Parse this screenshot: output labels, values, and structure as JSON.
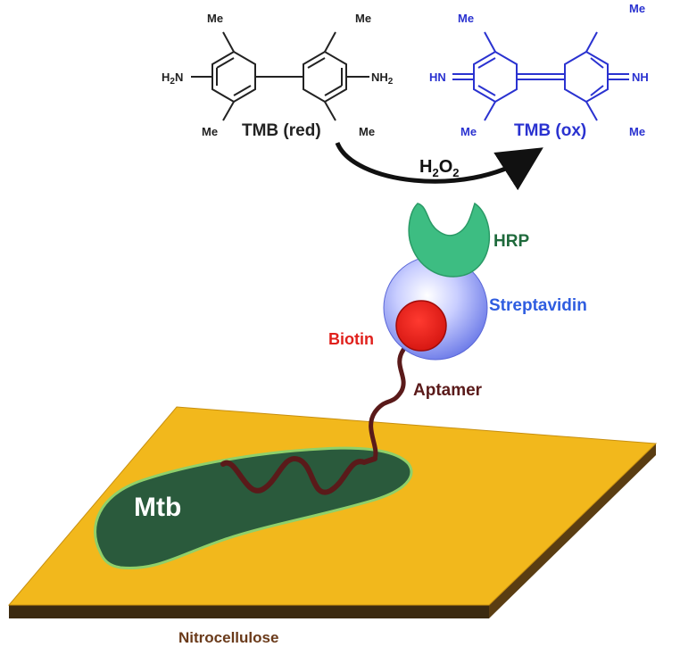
{
  "colors": {
    "membrane": "#f2b81c",
    "membrane_edge": "#3b2a10",
    "bacterium": "#2a5a3c",
    "bacterium_edge": "#8fd06a",
    "aptamer": "#5a1a1a",
    "biotin": "#e0201c",
    "streptavidin": "#7f8cf0",
    "hrp": "#3dbd82",
    "tmb_red": "#222222",
    "tmb_ox": "#2a32d0",
    "arrow": "#111111",
    "label_hrp": "#1f6a3c",
    "label_streptavidin": "#2f5de0",
    "label_biotin": "#e0201c",
    "label_aptamer": "#5a1a1a",
    "label_nitrocellulose": "#6a3a1a"
  },
  "labels": {
    "tmb_red": "TMB (red)",
    "tmb_ox": "TMB (ox)",
    "h2o2_main": "H",
    "h2o2_sub1": "2",
    "h2o2_mid": "O",
    "h2o2_sub2": "2",
    "hrp": "HRP",
    "streptavidin": "Streptavidin",
    "biotin": "Biotin",
    "aptamer": "Aptamer",
    "mtb": "Mtb",
    "nitrocellulose": "Nitrocellulose"
  },
  "tmb_red": {
    "me_tl": "Me",
    "me_tr": "Me",
    "me_bl": "Me",
    "me_br": "Me",
    "nh2_left_main": "H",
    "nh2_left_sub": "2",
    "nh2_left_n": "N",
    "nh2_right_n": "NH",
    "nh2_right_sub": "2"
  },
  "tmb_ox": {
    "me_tl": "Me",
    "me_tr": "Me",
    "me_bl": "Me",
    "me_br": "Me",
    "hn_left": "HN",
    "nh_right": "NH"
  }
}
